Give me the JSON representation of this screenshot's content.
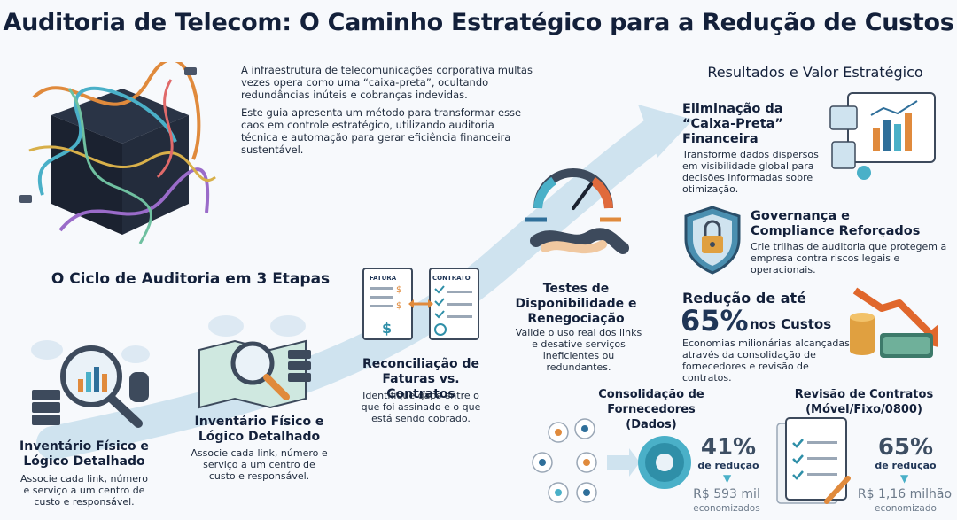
{
  "title": "Auditoria de Telecom: O Caminho Estratégico para a Redução de Custos",
  "intro": {
    "p1": "A infraestrutura de telecomunicações corporativa multas vezes opera como uma “caixa-preta”, ocultando redundâncias inúteis e cobranças indevidas.",
    "p2": "Este guia apresenta um método para transformar esse caos em controle estratégico, utilizando auditoria técnica e automação para gerar eficiência financeira sustentável."
  },
  "cycle": {
    "title": "O Ciclo de Auditoria em 3 Etapas",
    "step1": {
      "head": "Inventário Físico e Lógico Detalhado",
      "body": "Associe cada link, número e serviço a um centro de custo e responsável."
    },
    "step1b": {
      "head": "Inventário Físico e Lógico Detalhado",
      "body": "Associe cada link, número e serviço a um centro de custo e responsável."
    },
    "step2": {
      "head": "Reconciliação de Faturas vs. Contratos",
      "body": "Identifique gaps entre o que foi assinado e o que está sendo cobrado.",
      "doc1": "FATURA",
      "doc2": "CONTRATO"
    },
    "step3": {
      "head": "Testes de Disponibilidade e Renegociação",
      "body": "Valide o uso real dos links e desative serviços ineficientes ou redundantes."
    }
  },
  "results": {
    "title": "Resultados e Valor Estratégico",
    "r1": {
      "head": "Eliminação da “Caixa-Preta” Financeira",
      "body": "Transforme dados dispersos em visibilidade global para decisões informadas sobre otimização."
    },
    "r2": {
      "head": "Governança e Compliance Reforçados",
      "body": "Crie trilhas de auditoria que protegem a empresa contra riscos legais e operacionais."
    },
    "r3": {
      "head_a": "Redução de até",
      "pct": "65%",
      "head_b": "nos Custos",
      "body": "Economias milionárias alcançadas através da consolidação de fornecedores e revisão de contratos."
    }
  },
  "stats": {
    "s1": {
      "title": "Consolidação de Fornecedores (Dados)",
      "pct": "41%",
      "label": "de redução",
      "saved": "R$ 593 mil",
      "saved_lbl": "economizados"
    },
    "s2": {
      "title": "Revisão de Contratos (Móvel/Fixo/0800)",
      "pct": "65%",
      "label": "de redução",
      "saved": "R$ 1,16 milhão",
      "saved_lbl": "economizado"
    }
  }
}
